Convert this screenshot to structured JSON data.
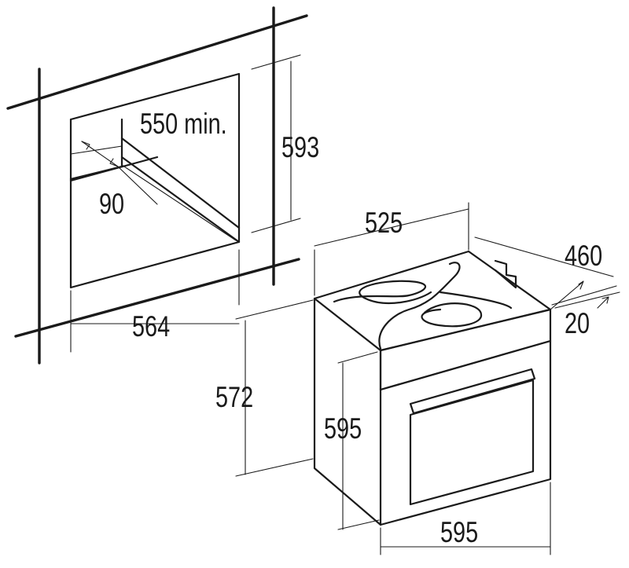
{
  "diagram": {
    "cutout": {
      "depth_label": "550 min.",
      "height_label": "593",
      "gap_label": "90",
      "width_label": "564"
    },
    "oven": {
      "top_width_label": "525",
      "depth_label": "460",
      "door_offset_label": "20",
      "body_height_label": "572",
      "front_height_label": "595",
      "front_width_label": "595"
    }
  }
}
